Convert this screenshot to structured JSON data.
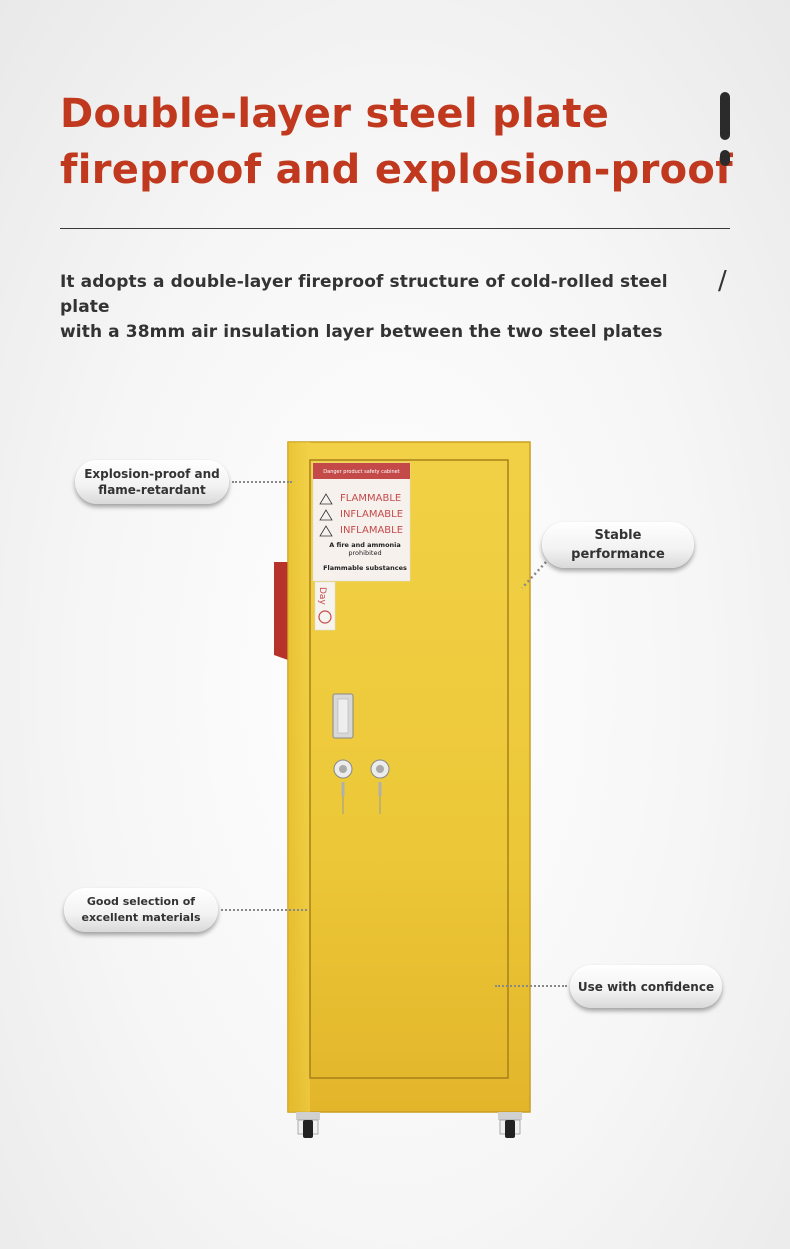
{
  "header": {
    "title_line1": "Double-layer steel plate",
    "title_line2": "fireproof and explosion-proof",
    "subtitle_line1": "It adopts a double-layer fireproof structure of cold-rolled steel plate",
    "subtitle_line2": "with a 38mm air insulation layer between the two steel plates",
    "slash": "/"
  },
  "cabinet": {
    "body_color": "#f0cd3c",
    "label": {
      "header": "Danger product safety cabinet",
      "warnings": [
        "FLAMMABLE",
        "INFLAMABLE",
        "INFLAMABLE"
      ],
      "note_line1": "A fire and ammonia",
      "note_line2": "prohibited",
      "footer": "Flammable substances"
    },
    "side_tag": "Day"
  },
  "callouts": {
    "explosion": {
      "line1": "Explosion-proof and",
      "line2": "flame-retardant"
    },
    "stable": {
      "line1": "Stable",
      "line2": "performance"
    },
    "materials": {
      "line1": "Good selection of",
      "line2": "excellent materials"
    },
    "confidence": {
      "line1": "Use with confidence"
    }
  },
  "colors": {
    "accent": "#c0391f",
    "text": "#333333",
    "cabinet": "#f0cd3c"
  }
}
